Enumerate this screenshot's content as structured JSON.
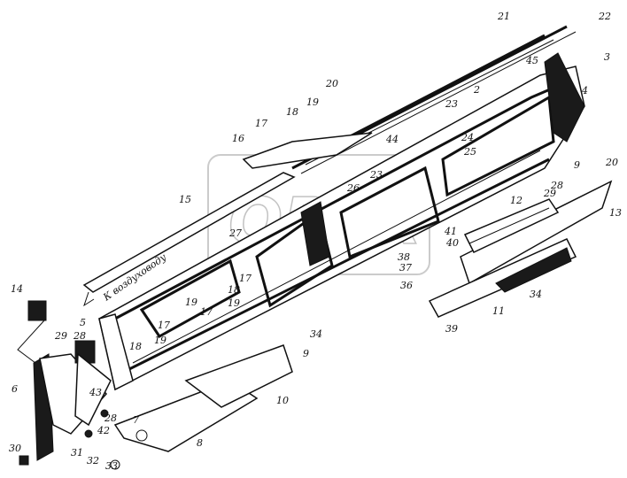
{
  "watermark": "OPEX",
  "annotation": "К воздуховоду",
  "labels": [
    "21",
    "22",
    "3",
    "45",
    "4",
    "2",
    "20",
    "19",
    "18",
    "17",
    "16",
    "23",
    "44",
    "24",
    "25",
    "23",
    "26",
    "9",
    "20",
    "28",
    "29",
    "13",
    "12",
    "15",
    "27",
    "41",
    "40",
    "38",
    "37",
    "36",
    "34",
    "11",
    "39",
    "14",
    "5",
    "29",
    "28",
    "6",
    "43",
    "28",
    "7",
    "42",
    "31",
    "32",
    "33",
    "30",
    "8",
    "10",
    "9",
    "34",
    "17",
    "18",
    "19",
    "17",
    "19",
    "17",
    "18",
    "19"
  ]
}
